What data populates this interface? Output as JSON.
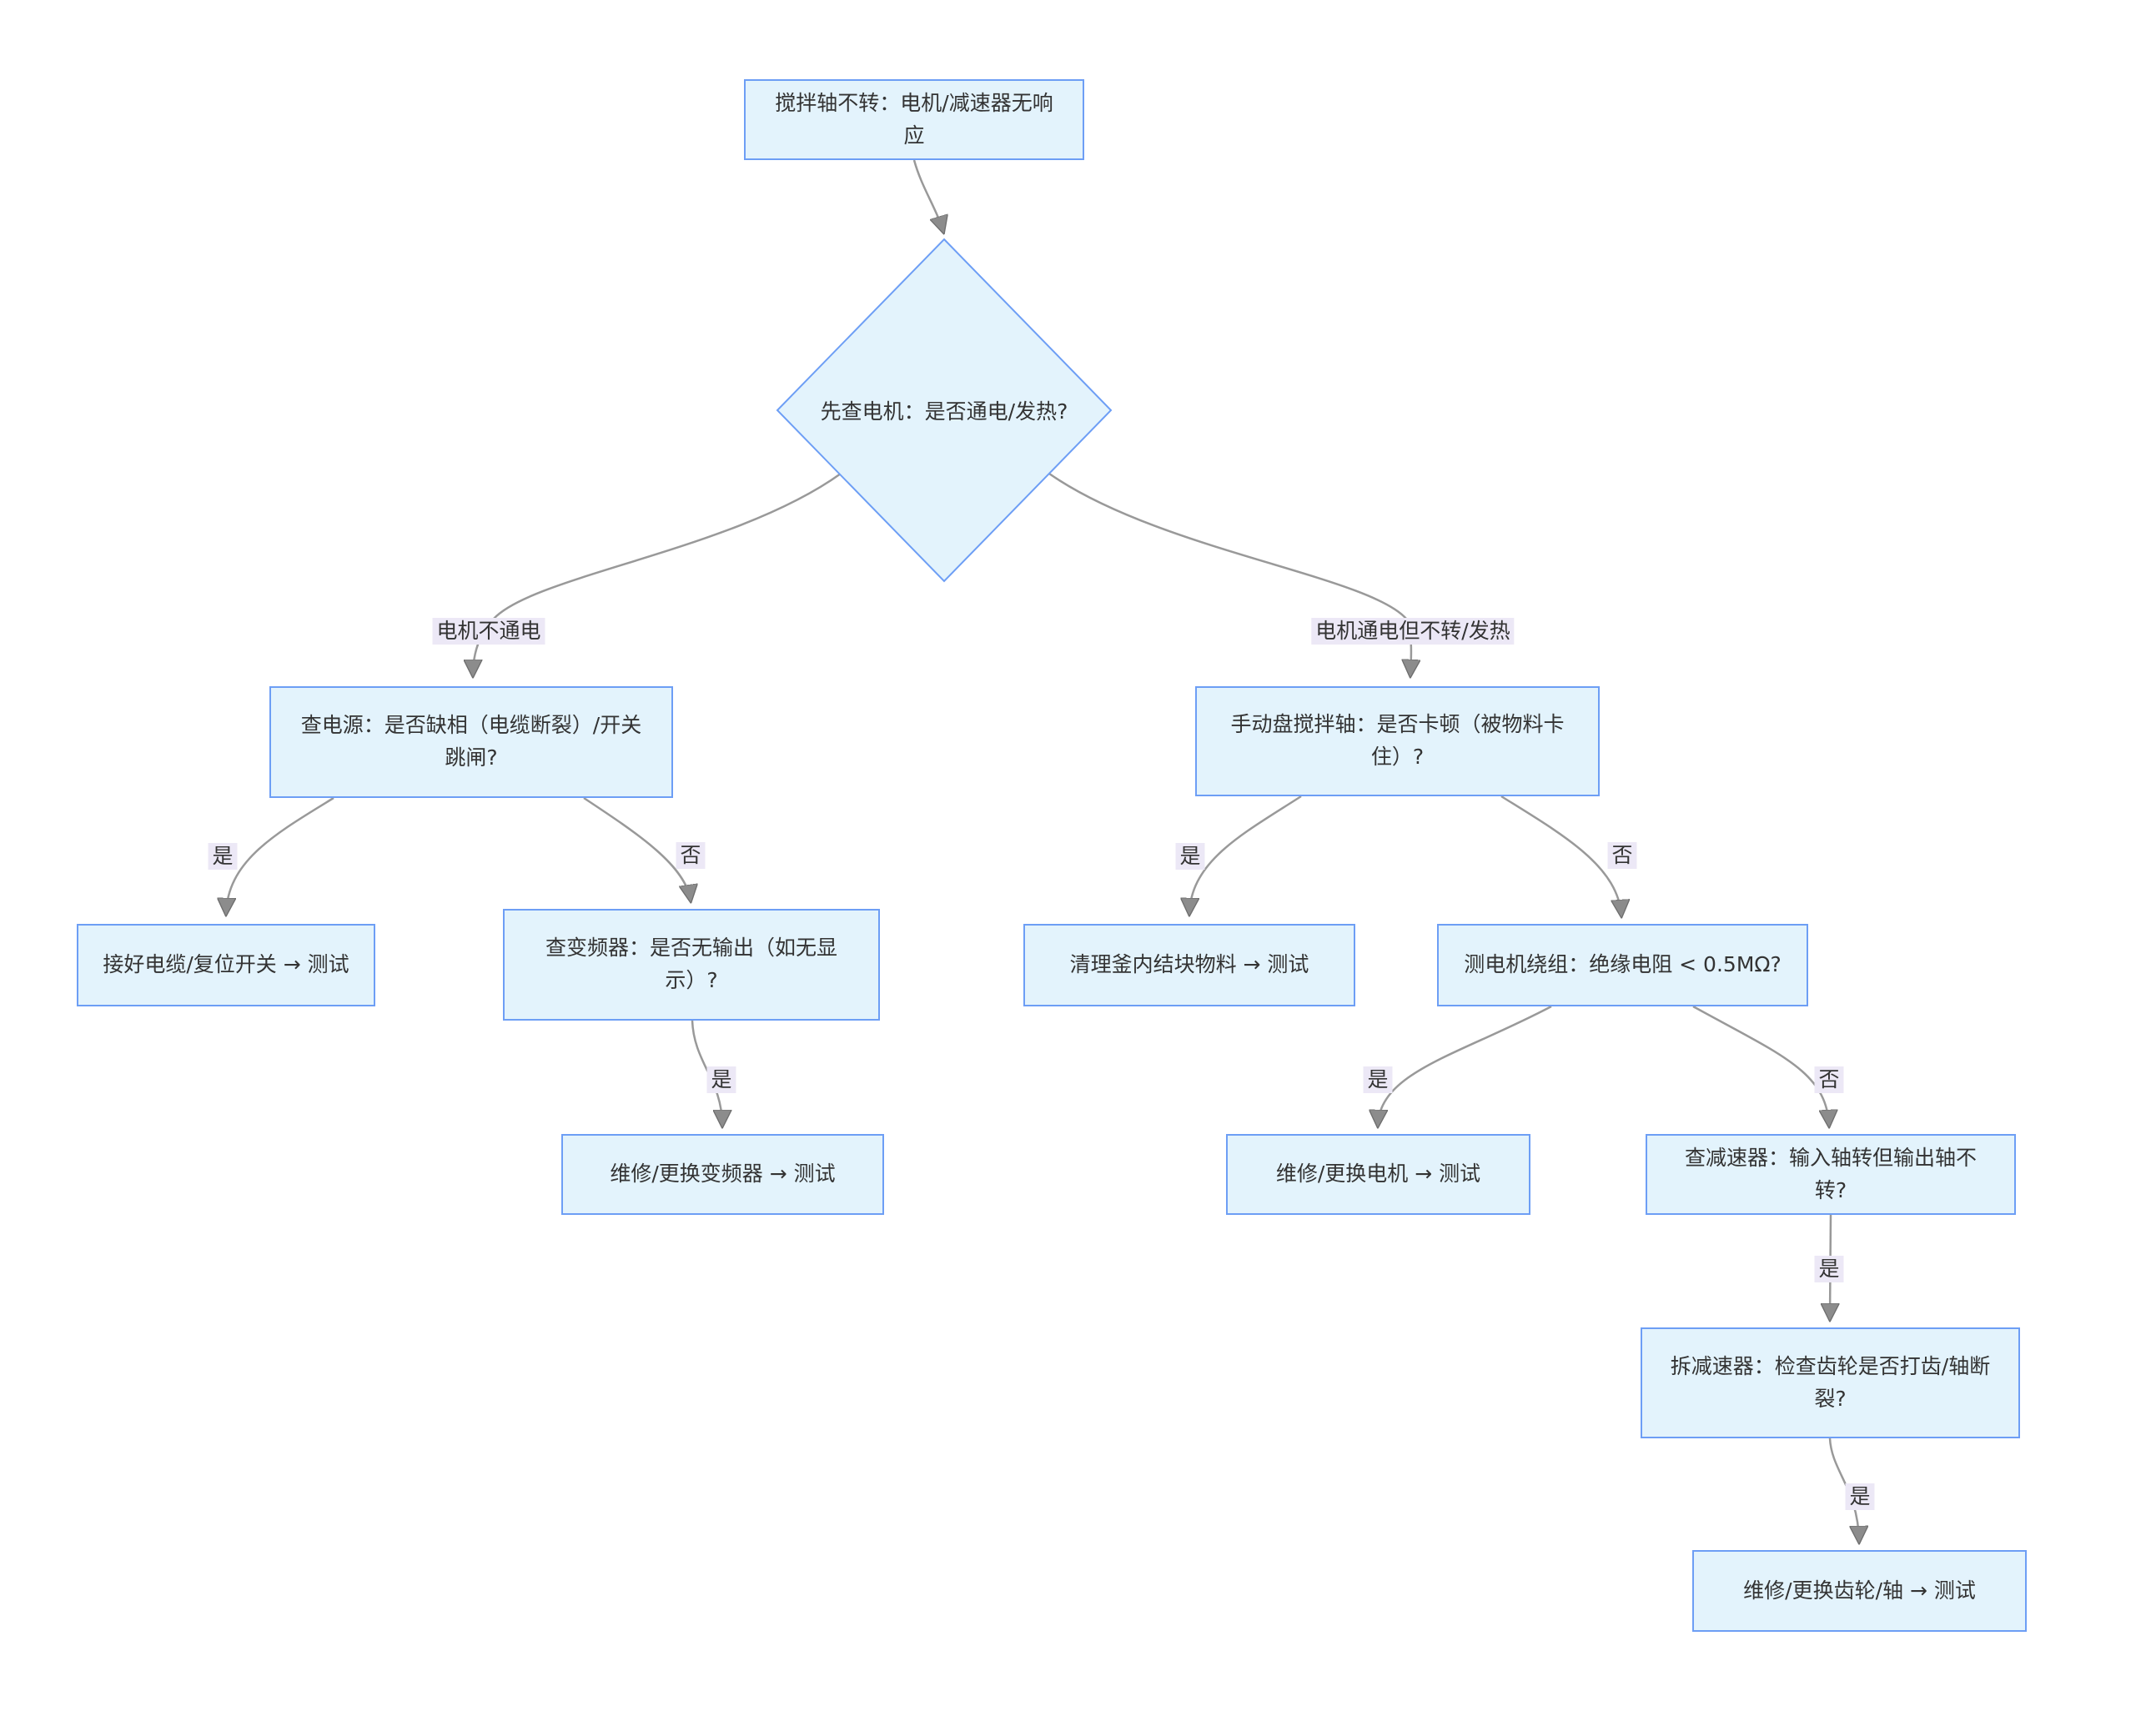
{
  "diagram": {
    "type": "flowchart",
    "direction": "top-down",
    "colors": {
      "node_fill": "#e3f3fc",
      "node_border": "#6d9ef5",
      "edge_line": "#999999",
      "arrowhead": "#8c8c8c",
      "edge_label_bg": "#ece8f6",
      "text": "#333333",
      "background": "#ffffff"
    }
  },
  "nodes": {
    "start": {
      "shape": "rect",
      "text": "搅拌轴不转：电机/减速器无响应"
    },
    "check_motor": {
      "shape": "diamond",
      "text": "先查电机：是否通电/发热?"
    },
    "check_power": {
      "shape": "rect",
      "text": "查电源：是否缺相（电缆断裂）/开关跳闸?"
    },
    "fix_cable": {
      "shape": "rect",
      "text": "接好电缆/复位开关 → 测试"
    },
    "check_vfd": {
      "shape": "rect",
      "text": "查变频器：是否无输出（如无显示）?"
    },
    "fix_vfd": {
      "shape": "rect",
      "text": "维修/更换变频器 → 测试"
    },
    "turn_shaft": {
      "shape": "rect",
      "text": "手动盘搅拌轴：是否卡顿（被物料卡住）?"
    },
    "clean_material": {
      "shape": "rect",
      "text": "清理釜内结块物料 → 测试"
    },
    "test_winding": {
      "shape": "rect",
      "text": "测电机绕组：绝缘电阻 < 0.5MΩ?"
    },
    "fix_motor": {
      "shape": "rect",
      "text": "维修/更换电机 → 测试"
    },
    "check_reducer": {
      "shape": "rect",
      "text": "查减速器：输入轴转但输出轴不转?"
    },
    "open_reducer": {
      "shape": "rect",
      "text": "拆减速器：检查齿轮是否打齿/轴断裂?"
    },
    "fix_gear": {
      "shape": "rect",
      "text": "维修/更换齿轮/轴 → 测试"
    }
  },
  "edges": {
    "start_to_check": {
      "from": "start",
      "to": "check_motor",
      "label": ""
    },
    "motor_no_power": {
      "from": "check_motor",
      "to": "check_power",
      "label": "电机不通电"
    },
    "motor_powered": {
      "from": "check_motor",
      "to": "turn_shaft",
      "label": "电机通电但不转/发热"
    },
    "power_yes": {
      "from": "check_power",
      "to": "fix_cable",
      "label": "是"
    },
    "power_no": {
      "from": "check_power",
      "to": "check_vfd",
      "label": "否"
    },
    "vfd_yes": {
      "from": "check_vfd",
      "to": "fix_vfd",
      "label": "是"
    },
    "stuck_yes": {
      "from": "turn_shaft",
      "to": "clean_material",
      "label": "是"
    },
    "stuck_no": {
      "from": "turn_shaft",
      "to": "test_winding",
      "label": "否"
    },
    "winding_yes": {
      "from": "test_winding",
      "to": "fix_motor",
      "label": "是"
    },
    "winding_no": {
      "from": "test_winding",
      "to": "check_reducer",
      "label": "否"
    },
    "reducer_yes": {
      "from": "check_reducer",
      "to": "open_reducer",
      "label": "是"
    },
    "gear_yes": {
      "from": "open_reducer",
      "to": "fix_gear",
      "label": "是"
    }
  }
}
